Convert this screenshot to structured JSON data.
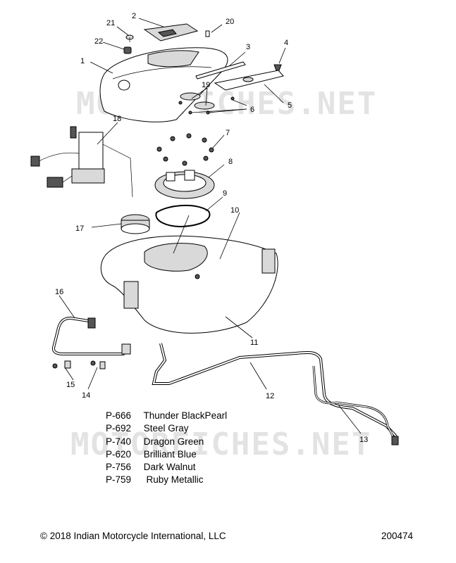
{
  "watermark": "MOTORFICHES.NET",
  "callouts": {
    "n1": "1",
    "n2": "2",
    "n3": "3",
    "n4": "4",
    "n5": "5",
    "n6": "6",
    "n7": "7",
    "n8": "8",
    "n9": "9",
    "n10": "10",
    "n11": "11",
    "n12": "12",
    "n13": "13",
    "n14": "14",
    "n15": "15",
    "n16": "16",
    "n17": "17",
    "n18": "18",
    "n19": "19",
    "n20": "20",
    "n21": "21",
    "n22": "22"
  },
  "legend": [
    {
      "code": "P-666",
      "name": "Thunder BlackPearl"
    },
    {
      "code": "P-692",
      "name": "Steel Gray"
    },
    {
      "code": "P-740",
      "name": "Dragon Green"
    },
    {
      "code": "P-620",
      "name": "Brilliant Blue"
    },
    {
      "code": "P-756",
      "name": "Dark Walnut"
    },
    {
      "code": "P-759",
      "name": " Ruby Metallic"
    }
  ],
  "footer": {
    "copyright": "© 2018 Indian Motorcycle International, LLC",
    "diagram_id": "200474"
  }
}
